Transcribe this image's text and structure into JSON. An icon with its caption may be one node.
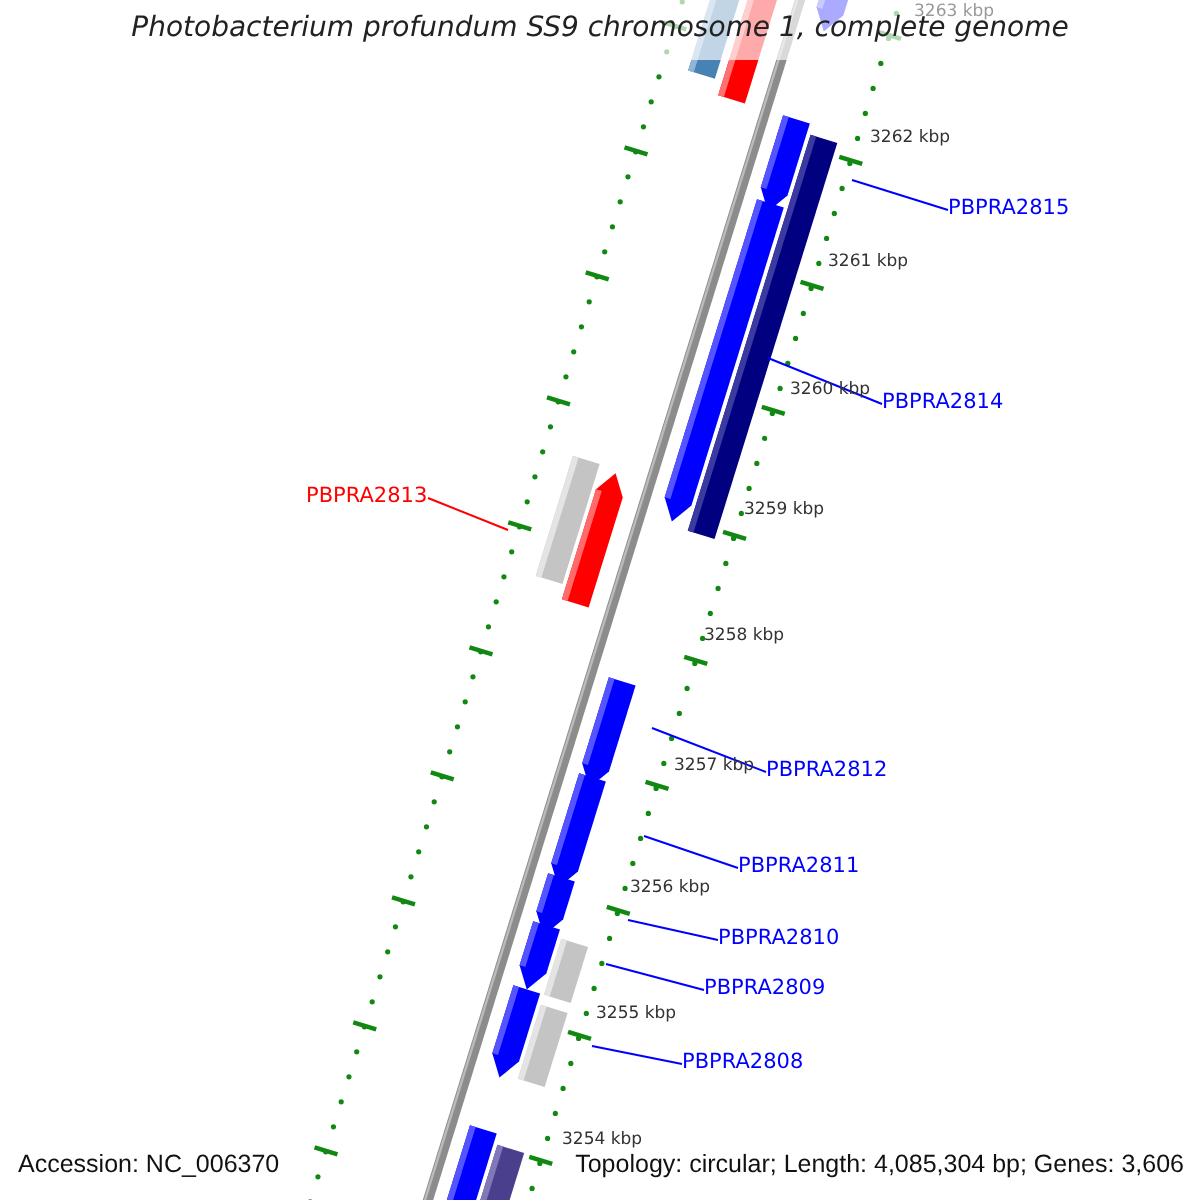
{
  "diagram": {
    "title": "Photobacterium profundum SS9 chromosome 1, complete genome",
    "nodes": [
      {
        "text": [
          "PBPRA2815"
        ]
      },
      {
        "text": [
          "PBPRA2814"
        ]
      },
      {
        "text": [
          "PBPRA2813"
        ]
      },
      {
        "text": [
          "PBPRA2812"
        ]
      },
      {
        "text": [
          "PBPRA2811"
        ]
      },
      {
        "text": [
          "PBPRA2810"
        ]
      },
      {
        "text": [
          "PBPRA2809"
        ]
      },
      {
        "text": [
          "PBPRA2808"
        ]
      }
    ],
    "edges": [
      {
        "from": 0,
        "to": null,
        "arrow": "none"
      },
      {
        "from": 1,
        "to": null,
        "arrow": "none"
      },
      {
        "from": 2,
        "to": null,
        "arrow": "none",
        "color": "#ff0000"
      },
      {
        "from": 3,
        "to": null,
        "arrow": "none"
      },
      {
        "from": 4,
        "to": null,
        "arrow": "none"
      },
      {
        "from": 5,
        "to": null,
        "arrow": "none"
      },
      {
        "from": 6,
        "to": null,
        "arrow": "none"
      },
      {
        "from": 7,
        "to": null,
        "arrow": "none"
      }
    ],
    "labels": [
      "3263 kbp",
      "3262 kbp",
      "3261 kbp",
      "3260 kbp",
      "3259 kbp",
      "3258 kbp",
      "3257 kbp",
      "3256 kbp",
      "3255 kbp",
      "3254 kbp",
      "Accession: NC_006370",
      "Topology: circular; Length: 4,085,304 bp; Genes: 3,606"
    ]
  }
}
